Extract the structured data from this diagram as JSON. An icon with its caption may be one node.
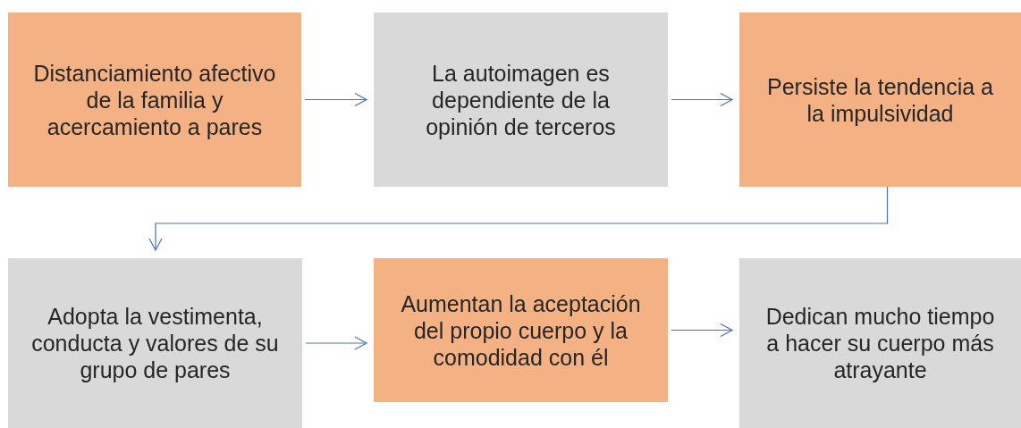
{
  "diagram": {
    "nodes": [
      {
        "text": [
          "Distanciamiento afectivo de la familia y acercamiento a pares"
        ]
      },
      {
        "text": [
          "La autoimagen es dependiente de la opinión de terceros"
        ]
      },
      {
        "text": [
          "Persiste la tendencia a la impulsividad"
        ]
      },
      {
        "text": [
          "Adopta la vestimenta, conducta y valores de su grupo de pares"
        ]
      },
      {
        "text": [
          "Aumentan la aceptación del propio cuerpo y la comodidad con él"
        ]
      },
      {
        "text": [
          "Dedican mucho tiempo a hacer su cuerpo más atrayante"
        ]
      }
    ],
    "edges": [
      {
        "from": 0,
        "to": 1,
        "arrow": "to"
      },
      {
        "from": 1,
        "to": 2,
        "arrow": "to"
      },
      {
        "from": 2,
        "to": 3,
        "arrow": "to"
      },
      {
        "from": 3,
        "to": 4,
        "arrow": "to"
      },
      {
        "from": 4,
        "to": 5,
        "arrow": "to"
      }
    ]
  }
}
